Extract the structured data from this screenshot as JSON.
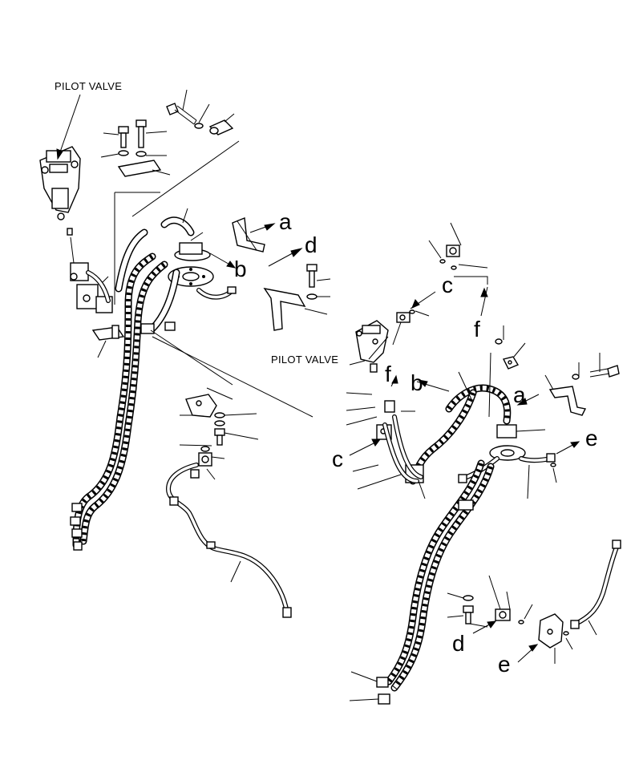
{
  "labels": {
    "pilot_valve_left": "PILOT VALVE",
    "pilot_valve_right": "PILOT VALVE"
  },
  "connectors": {
    "a1": "a",
    "b1": "b",
    "c1": "c",
    "d1": "d",
    "f1": "f",
    "b2": "b",
    "f2": "f",
    "a2": "a",
    "c2": "c",
    "e1": "e",
    "d2": "d",
    "e2": "e"
  }
}
